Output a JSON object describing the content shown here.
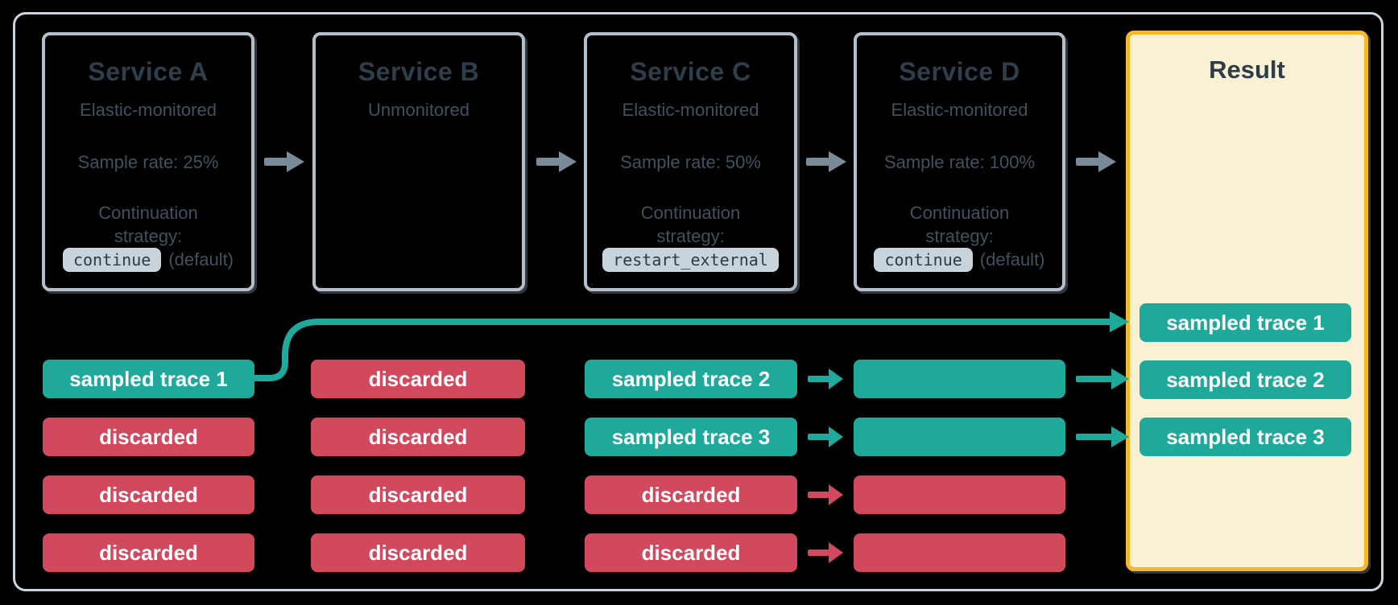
{
  "services": [
    {
      "name": "Service A",
      "monitoring": "Elastic-monitored",
      "sample_rate": "Sample rate: 25%",
      "continuation_label": "Continuation strategy:",
      "strategy_badge": "continue",
      "strategy_suffix": "(default)"
    },
    {
      "name": "Service B",
      "monitoring": "Unmonitored"
    },
    {
      "name": "Service C",
      "monitoring": "Elastic-monitored",
      "sample_rate": "Sample rate: 50%",
      "continuation_label": "Continuation strategy:",
      "strategy_badge": "restart_external"
    },
    {
      "name": "Service D",
      "monitoring": "Elastic-monitored",
      "sample_rate": "Sample rate: 100%",
      "continuation_label": "Continuation strategy:",
      "strategy_badge": "continue",
      "strategy_suffix": "(default)"
    }
  ],
  "result_panel": {
    "title": "Result",
    "pills": [
      {
        "label": "sampled trace 1",
        "status": "sampled"
      },
      {
        "label": "sampled trace 2",
        "status": "sampled"
      },
      {
        "label": "sampled trace 3",
        "status": "sampled"
      }
    ]
  },
  "trace_columns": [
    {
      "service": "Service A",
      "pills": [
        {
          "label": "sampled trace 1",
          "status": "sampled"
        },
        {
          "label": "discarded",
          "status": "discarded"
        },
        {
          "label": "discarded",
          "status": "discarded"
        },
        {
          "label": "discarded",
          "status": "discarded"
        }
      ]
    },
    {
      "service": "Service B",
      "pills": [
        {
          "label": "discarded",
          "status": "discarded"
        },
        {
          "label": "discarded",
          "status": "discarded"
        },
        {
          "label": "discarded",
          "status": "discarded"
        },
        {
          "label": "discarded",
          "status": "discarded"
        }
      ]
    },
    {
      "service": "Service C",
      "pills": [
        {
          "label": "sampled trace 2",
          "status": "sampled"
        },
        {
          "label": "sampled trace 3",
          "status": "sampled"
        },
        {
          "label": "discarded",
          "status": "discarded"
        },
        {
          "label": "discarded",
          "status": "discarded"
        }
      ]
    },
    {
      "service": "Service D",
      "pills": [
        {
          "label": "",
          "status": "sampled"
        },
        {
          "label": "",
          "status": "sampled"
        },
        {
          "label": "",
          "status": "discarded"
        },
        {
          "label": "",
          "status": "discarded"
        }
      ]
    }
  ],
  "icons": {
    "flow_arrow": "right-arrow",
    "trace_flow_arrow": "right-arrow",
    "curved_connector": "elbow-right-arrow"
  },
  "colors": {
    "sampled_teal": "#1FA99B",
    "discarded_red": "#D2495E",
    "result_border_yellow": "#F3B82B",
    "result_bg_cream": "#FAF1D5",
    "service_box_border": "#B3C0CB",
    "outer_frame_border": "#CCD5DC",
    "gray_arrow": "#7B8A99",
    "title_text": "#2E3E4C",
    "body_text": "#41515E",
    "badge_bg": "#C9D3DB",
    "pill_text": "#FFFFFF",
    "background": "#000000"
  }
}
